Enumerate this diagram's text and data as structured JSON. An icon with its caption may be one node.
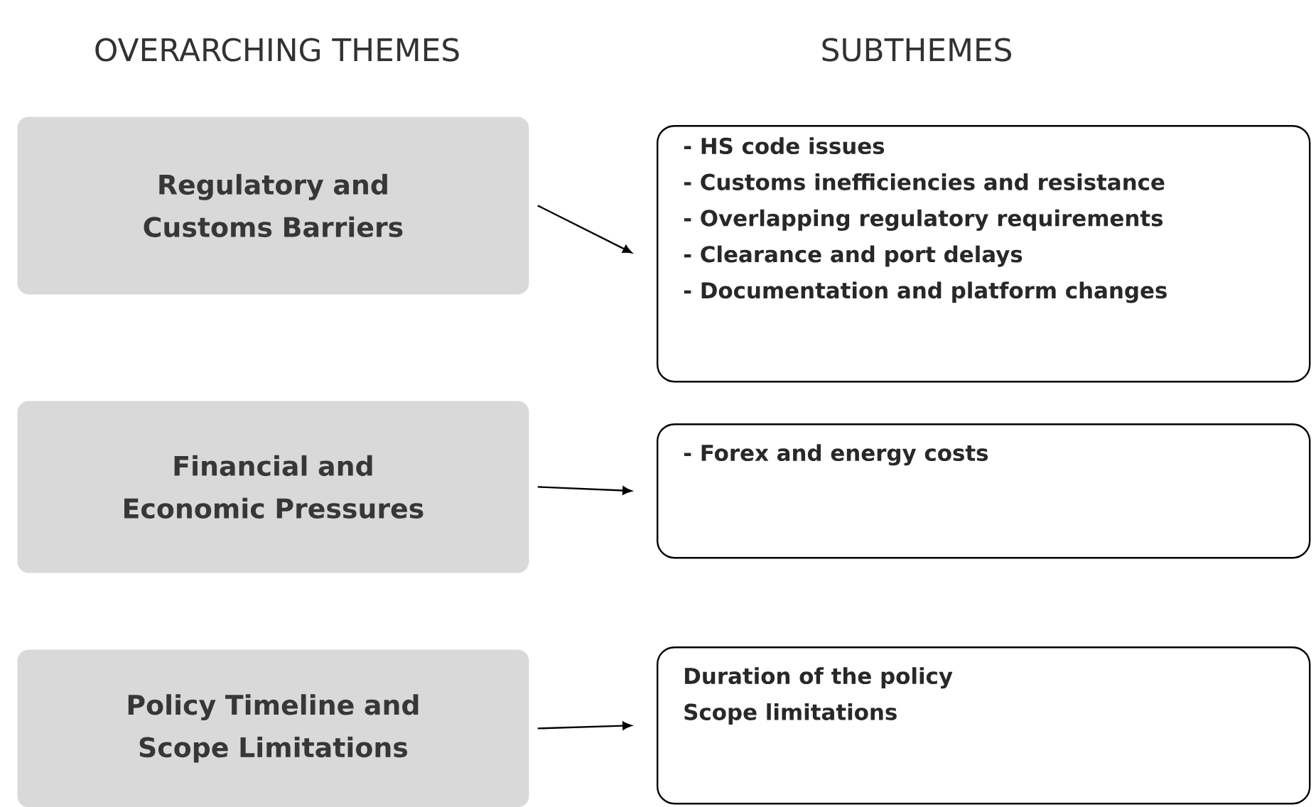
{
  "diagram": {
    "nodes": [
      {
        "text": [
          "Regulatory and Customs Barriers"
        ]
      },
      {
        "text": [
          "- HS code issues",
          "- Customs inefficiencies and resistance",
          "- Overlapping regulatory requirements",
          "- Clearance and port delays",
          "- Documentation and platform changes"
        ]
      },
      {
        "text": [
          "Financial and Economic Pressures"
        ]
      },
      {
        "text": [
          "- Forex and energy costs"
        ]
      },
      {
        "text": [
          "Policy Timeline and Scope Limitations"
        ]
      },
      {
        "text": [
          "Duration of the policy",
          "Scope limitations"
        ]
      }
    ],
    "edges": [
      {
        "from": 0,
        "to": 1,
        "arrow": "to"
      },
      {
        "from": 2,
        "to": 3,
        "arrow": "to"
      },
      {
        "from": 4,
        "to": 5,
        "arrow": "to"
      }
    ],
    "labels": [
      "OVERARCHING THEMES",
      "SUBTHEMES"
    ]
  }
}
